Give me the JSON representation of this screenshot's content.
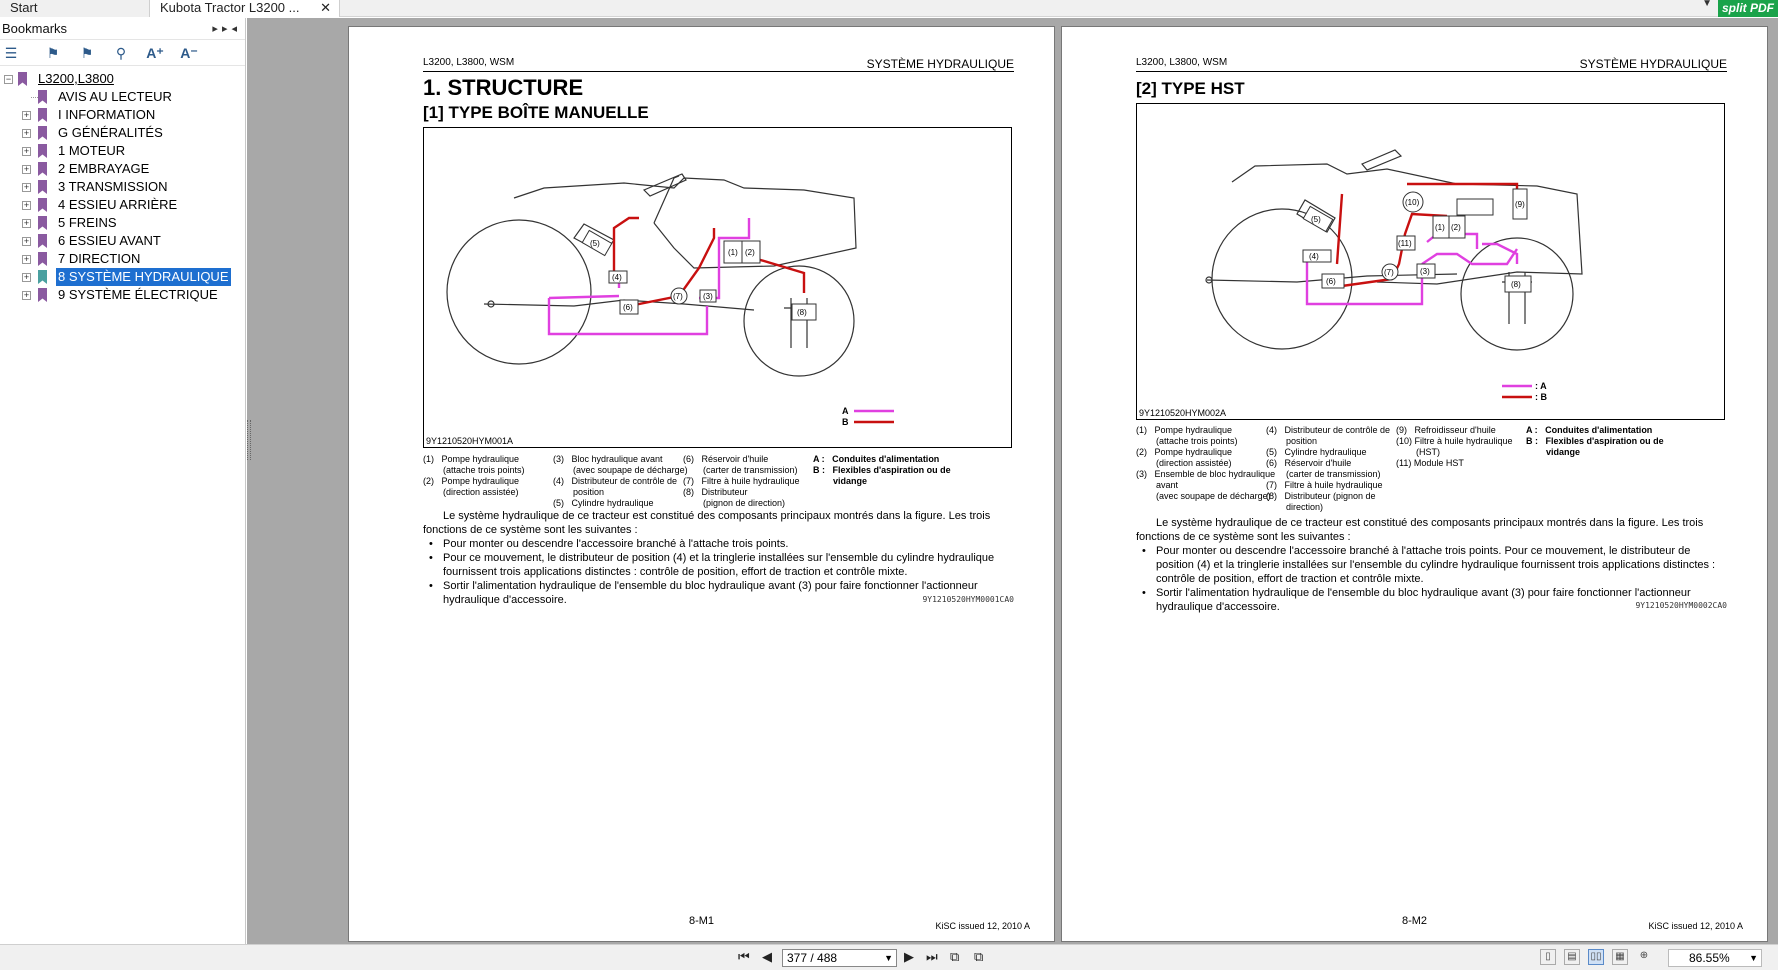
{
  "tabs": [
    {
      "label": "Start"
    },
    {
      "label": "Kubota Tractor L3200 ..."
    }
  ],
  "brand": "split PDF",
  "sidebar": {
    "title": "Bookmarks",
    "tree_root": "L3200,L3800",
    "items": [
      {
        "label": "AVIS AU LECTEUR",
        "expandable": false
      },
      {
        "label": "I INFORMATION",
        "expandable": true
      },
      {
        "label": "G GÉNÉRALITÉS",
        "expandable": true
      },
      {
        "label": "1 MOTEUR",
        "expandable": true
      },
      {
        "label": "2 EMBRAYAGE",
        "expandable": true
      },
      {
        "label": "3 TRANSMISSION",
        "expandable": true
      },
      {
        "label": "4 ESSIEU ARRIÈRE",
        "expandable": true
      },
      {
        "label": "5 FREINS",
        "expandable": true
      },
      {
        "label": "6 ESSIEU AVANT",
        "expandable": true
      },
      {
        "label": "7 DIRECTION",
        "expandable": true
      },
      {
        "label": "8 SYSTÈME HYDRAULIQUE",
        "expandable": true,
        "selected": true
      },
      {
        "label": "9 SYSTÈME ÉLECTRIQUE",
        "expandable": true
      }
    ]
  },
  "pageL": {
    "header_left": "L3200, L3800, WSM",
    "header_right": "SYSTÈME HYDRAULIQUE",
    "h1": "1.  STRUCTURE",
    "h2": "[1]  TYPE BOÎTE MANUELLE",
    "fig_code": "9Y1210520HYM001A",
    "legend": {
      "col1": [
        "(1)   Pompe hydraulique",
        "        (attache trois points)",
        "(2)   Pompe hydraulique",
        "        (direction assistée)"
      ],
      "col2": [
        "(3)   Bloc hydraulique avant",
        "        (avec soupape de décharge)",
        "(4)   Distributeur de contrôle de",
        "        position",
        "(5)   Cylindre hydraulique"
      ],
      "col3": [
        "(6)   Réservoir d'huile",
        "        (carter de transmission)",
        "(7)   Filtre à huile hydraulique",
        "(8)   Distributeur",
        "        (pignon de direction)"
      ],
      "col4": [
        "A :   Conduites d'alimentation",
        "B :   Flexibles d'aspiration ou de",
        "        vidange"
      ]
    },
    "intro": "Le système hydraulique de ce tracteur est constitué des composants principaux montrés dans la figure. Les trois fonctions de ce système sont les suivantes :",
    "bullets": [
      "Pour monter ou descendre l'accessoire branché à l'attache trois points.",
      "Pour ce mouvement, le distributeur de position (4) et la tringlerie installées sur l'ensemble du cylindre hydraulique fournissent trois applications distinctes : contrôle de position, effort de traction et contrôle mixte.",
      "Sortir l'alimentation hydraulique de l'ensemble du bloc hydraulique avant (3) pour faire fonctionner l'actionneur hydraulique d'accessoire."
    ],
    "ref_code": "9Y1210520HYM0001CA0",
    "page_number": "8-M1",
    "issued": "KiSC issued 12, 2010 A"
  },
  "pageR": {
    "header_left": "L3200, L3800, WSM",
    "header_right": "SYSTÈME HYDRAULIQUE",
    "h2": "[2]  TYPE HST",
    "fig_code": "9Y1210520HYM002A",
    "legend": {
      "col1": [
        "(1)   Pompe hydraulique",
        "        (attache trois points)",
        "(2)   Pompe hydraulique",
        "        (direction assistée)",
        "(3)   Ensemble de bloc hydraulique",
        "        avant",
        "        (avec soupape de décharge)"
      ],
      "col2": [
        "(4)   Distributeur de contrôle de",
        "        position",
        "(5)   Cylindre hydraulique",
        "(6)   Réservoir d'huile",
        "        (carter de transmission)",
        "(7)   Filtre à huile hydraulique",
        "(8)   Distributeur (pignon de",
        "        direction)"
      ],
      "col3": [
        "(9)   Refroidisseur d'huile",
        "(10) Filtre à huile hydraulique",
        "        (HST)",
        "(11) Module HST"
      ],
      "col4": [
        "A :   Conduites d'alimentation",
        "B :   Flexibles d'aspiration ou de",
        "        vidange"
      ]
    },
    "intro": "Le système hydraulique de ce tracteur est constitué des composants principaux montrés dans la figure. Les trois fonctions de ce système sont les suivantes :",
    "bullets": [
      "Pour monter ou descendre l'accessoire branché à l'attache trois points. Pour ce mouvement, le distributeur de position (4) et la tringlerie installées sur l'ensemble du cylindre hydraulique fournissent trois applications distinctes : contrôle de position, effort de traction et contrôle mixte.",
      "Sortir l'alimentation hydraulique de l'ensemble du bloc hydraulique avant (3) pour faire fonctionner l'actionneur hydraulique d'accessoire."
    ],
    "ref_code": "9Y1210520HYM0002CA0",
    "page_number": "8-M2",
    "issued": "KiSC issued 12, 2010 A"
  },
  "figure_labels": {
    "A": "A",
    "B": "B",
    "A2": ": A",
    "B2": ": B",
    "n1": "(1)",
    "n2": "(2)",
    "n3": "(3)",
    "n4": "(4)",
    "n5": "(5)",
    "n6": "(6)",
    "n7": "(7)",
    "n8": "(8)",
    "n9": "(9)",
    "n10": "(10)",
    "n11": "(11)"
  },
  "colors": {
    "supply_line": "#e040e0",
    "drain_line": "#c81010",
    "selected": "#1e6fd0"
  },
  "toolbar": {
    "page_indicator": "377 / 488",
    "zoom": "86.55%"
  }
}
